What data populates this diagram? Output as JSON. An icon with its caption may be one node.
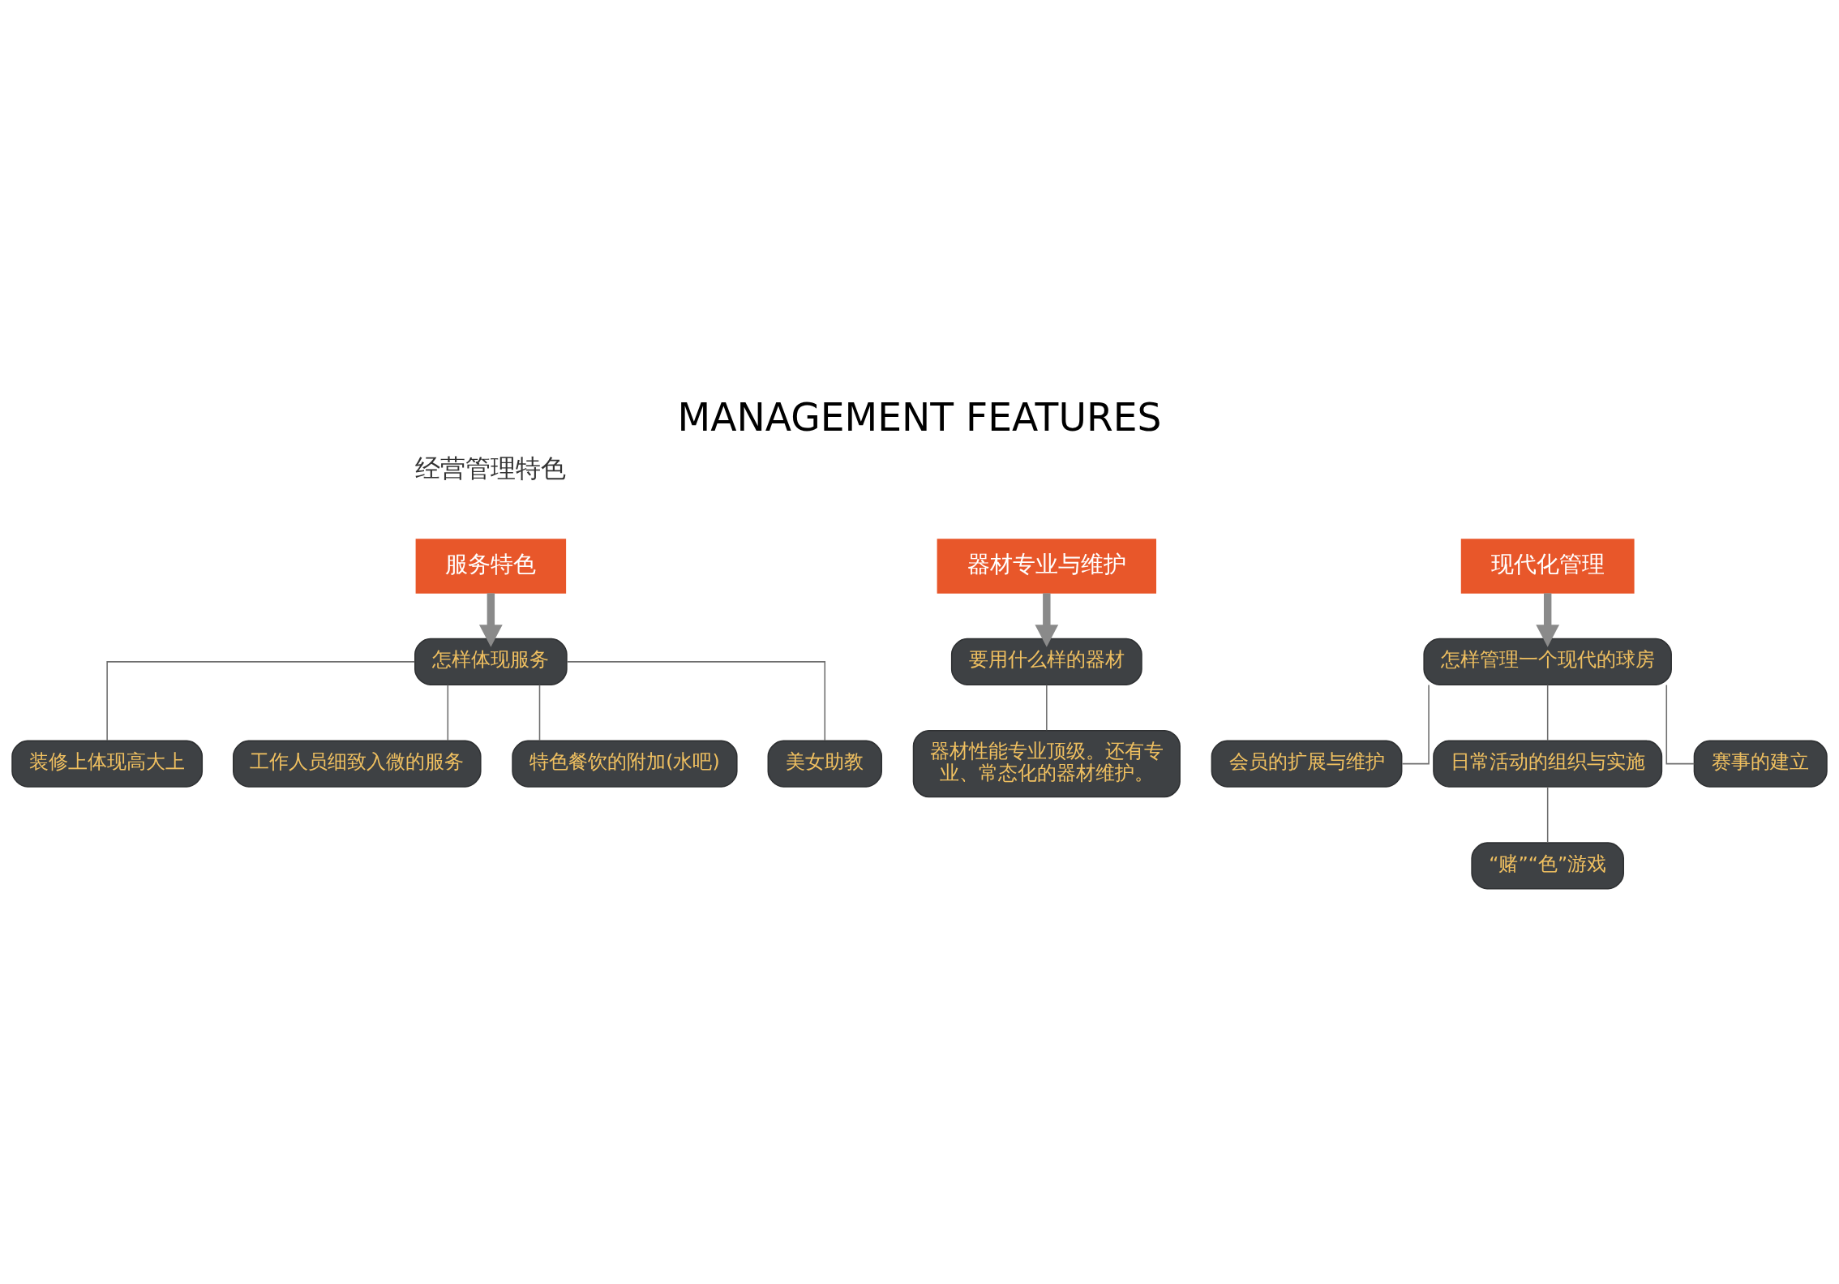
{
  "diagram": {
    "title": "MANAGEMENT FEATURES",
    "nodes": [
      {
        "text": [
          "服务特色"
        ]
      },
      {
        "text": [
          "怎样体现服务"
        ]
      },
      {
        "text": [
          "装修上体现高大上"
        ]
      },
      {
        "text": [
          "工作人员细致入微的服务"
        ]
      },
      {
        "text": [
          "特色餐饮的附加(水吧)"
        ]
      },
      {
        "text": [
          "美女助教"
        ]
      },
      {
        "text": [
          "器材专业与维护"
        ]
      },
      {
        "text": [
          "要用什么样的器材"
        ]
      },
      {
        "text": [
          "器材性能专业顶级。还有专业、常态化的器材维护。"
        ]
      },
      {
        "text": [
          "现代化管理"
        ]
      },
      {
        "text": [
          "怎样管理一个现代的球房"
        ]
      },
      {
        "text": [
          "会员的扩展与维护"
        ]
      },
      {
        "text": [
          "日常活动的组织与实施"
        ]
      },
      {
        "text": [
          "赛事的建立"
        ]
      },
      {
        "text": [
          "“赌”“色”游戏"
        ]
      }
    ],
    "edges": [
      {
        "from": 0,
        "to": 1,
        "arrow": "to",
        "style": "thick",
        "color": "#8a8a8a"
      },
      {
        "from": 1,
        "to": 2,
        "arrow": "none"
      },
      {
        "from": 1,
        "to": 3,
        "arrow": "none"
      },
      {
        "from": 1,
        "to": 4,
        "arrow": "none"
      },
      {
        "from": 1,
        "to": 5,
        "arrow": "none"
      },
      {
        "from": 6,
        "to": 7,
        "arrow": "to",
        "style": "thick",
        "color": "#8a8a8a"
      },
      {
        "from": 7,
        "to": 8,
        "arrow": "none"
      },
      {
        "from": 9,
        "to": 10,
        "arrow": "to",
        "style": "thick",
        "color": "#8a8a8a"
      },
      {
        "from": 10,
        "to": 11,
        "arrow": "none"
      },
      {
        "from": 10,
        "to": 12,
        "arrow": "none"
      },
      {
        "from": 10,
        "to": 13,
        "arrow": "none"
      },
      {
        "from": 12,
        "to": 14,
        "arrow": "none"
      }
    ],
    "labels": [
      "经营管理特色"
    ]
  }
}
